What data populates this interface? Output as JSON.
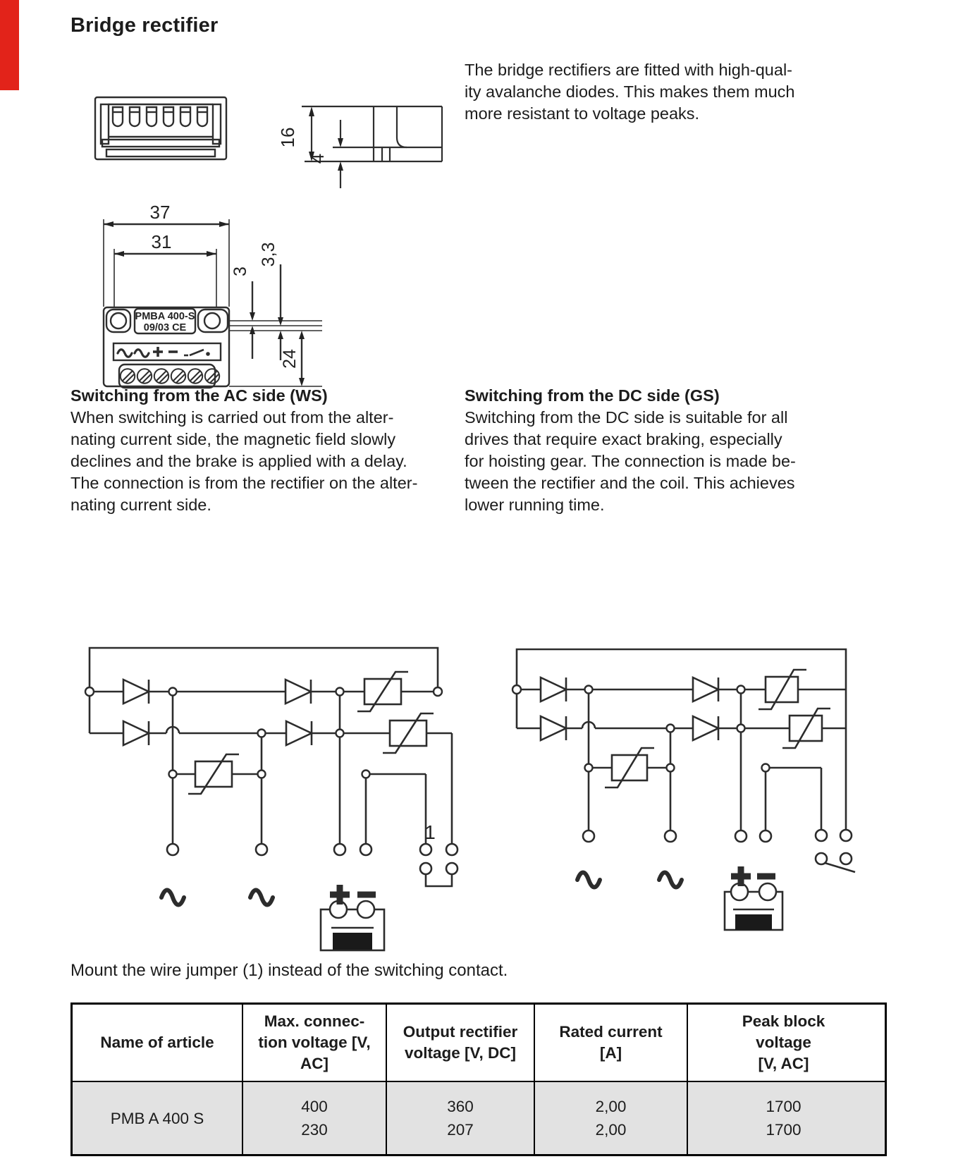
{
  "page": {
    "title": "Bridge rectifier",
    "note": "Mount the wire jumper (1) instead of the switching contact.",
    "accent_red": "#e2231a",
    "table_row_gray": "#e2e2e2"
  },
  "intro": {
    "lines": [
      "The bridge rectifiers are fitted with high-qual-",
      "ity avalanche diodes. This makes them much",
      "more resistant to voltage peaks."
    ]
  },
  "sections": {
    "ac": {
      "heading": "Switching from the AC side (WS)",
      "lines": [
        "When switching is carried out from the alter-",
        "nating current side, the magnetic field slowly",
        "declines and the brake is applied with a delay.",
        "The connection is from the rectifier on the alter-",
        "nating current side."
      ]
    },
    "dc": {
      "heading": "Switching from the DC side (GS)",
      "lines": [
        "Switching from the DC side is suitable for all",
        "drives that require exact braking, especially",
        "for hoisting gear. The connection is made be-",
        "tween the rectifier and the coil. This achieves",
        "lower running time."
      ]
    }
  },
  "drawings": {
    "top_view": {
      "label_line1": "PMBA 400-S",
      "label_line2": "09/03 CE",
      "dim_width_outer": "37",
      "dim_width_inner": "31",
      "dim_3": "3",
      "dim_3_3": "3,3",
      "dim_height": "24"
    },
    "side_view": {
      "dim_16": "16",
      "dim_4": "4"
    }
  },
  "diagrams": {
    "jumper_label": "1",
    "terminal_symbols": [
      "~",
      "~",
      "+",
      "−"
    ]
  },
  "table": {
    "headers": [
      {
        "lines": [
          "Name of article"
        ]
      },
      {
        "lines": [
          "Max. connec-",
          "tion voltage [V,",
          "AC]"
        ]
      },
      {
        "lines": [
          "Output rectifier",
          "voltage [V, DC]"
        ]
      },
      {
        "lines": [
          "Rated current",
          "[A]"
        ]
      },
      {
        "lines": [
          "Peak block",
          "voltage",
          "[V, AC]"
        ]
      }
    ],
    "row": {
      "name": "PMB A 400 S",
      "max_connection_voltage": [
        "400",
        "230"
      ],
      "output_rectifier_voltage": [
        "360",
        "207"
      ],
      "rated_current": [
        "2,00",
        "2,00"
      ],
      "peak_block_voltage": [
        "1700",
        "1700"
      ]
    }
  }
}
